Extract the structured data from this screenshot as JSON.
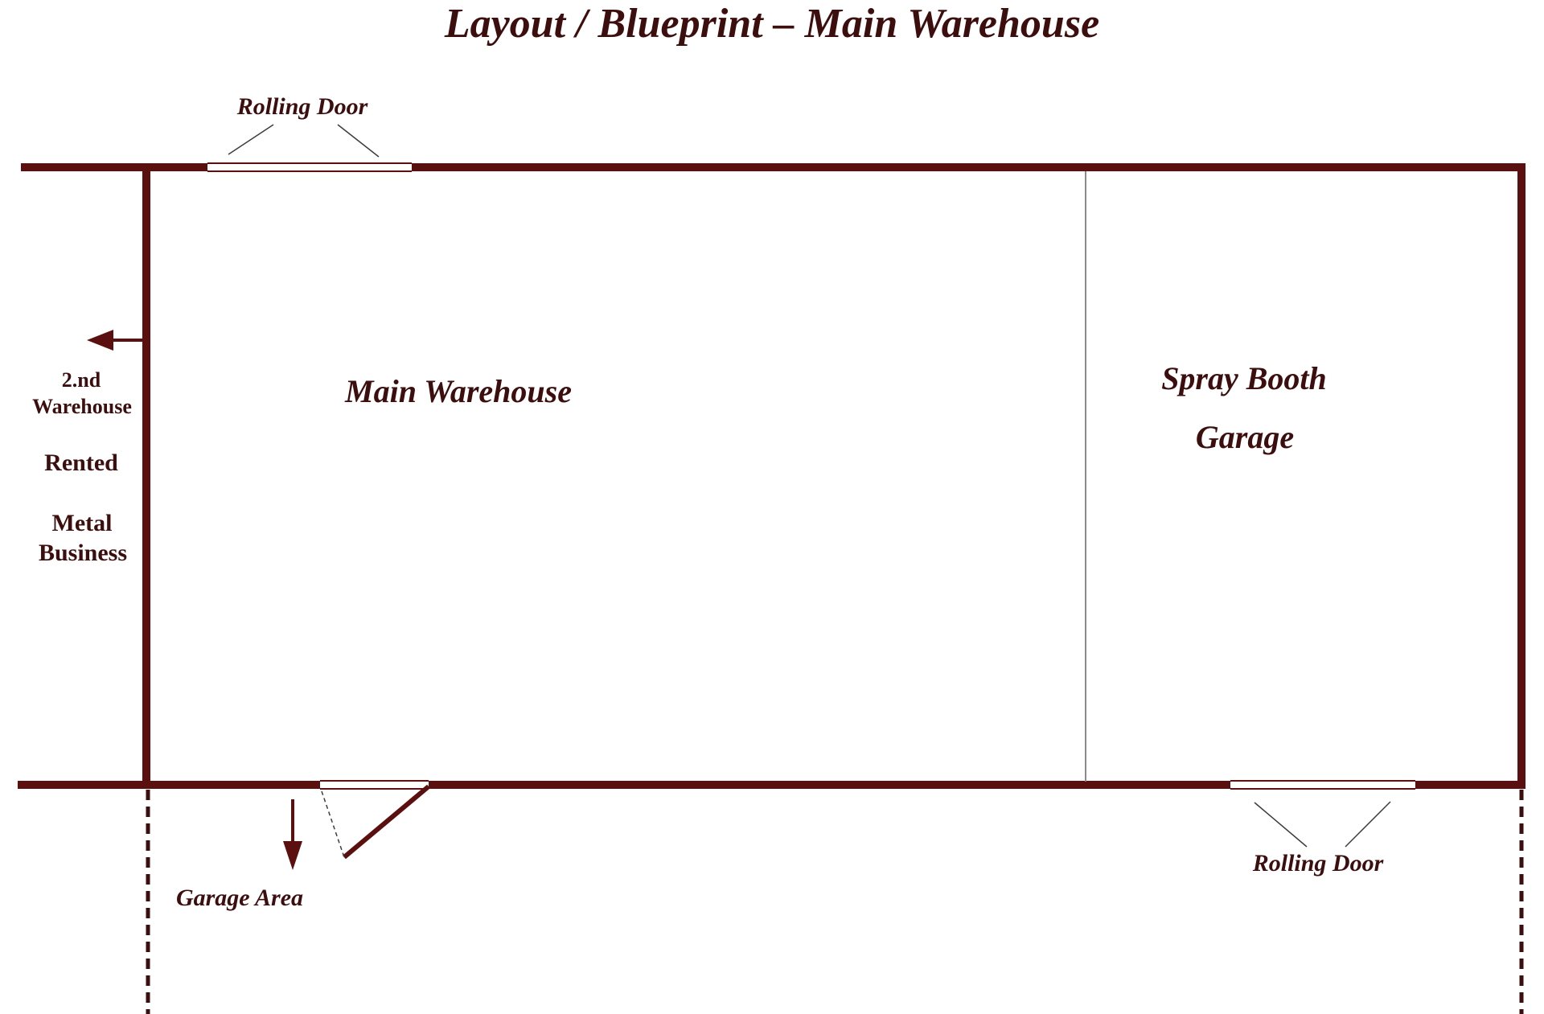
{
  "title": "Layout / Blueprint – Main Warehouse",
  "colors": {
    "wall": "#5c0f0f",
    "text": "#3d0e0e",
    "partition": "#8a8a8a",
    "door_opening": "#ffffff",
    "leader_line": "#3d3d3d"
  },
  "labels": {
    "rolling_door_top": "Rolling Door",
    "rolling_door_bottom": "Rolling Door",
    "main_warehouse": "Main Warehouse",
    "spray_booth": "Spray Booth",
    "garage": "Garage",
    "second_warehouse_line1": "2.nd",
    "second_warehouse_line2": "Warehouse",
    "rented": "Rented",
    "metal_line1": "Metal",
    "metal_line2": "Business",
    "garage_area": "Garage Area"
  },
  "icons": {
    "left_arrow": "arrow-left-icon",
    "down_arrow": "arrow-down-icon",
    "door_swing": "door-swing-icon"
  }
}
